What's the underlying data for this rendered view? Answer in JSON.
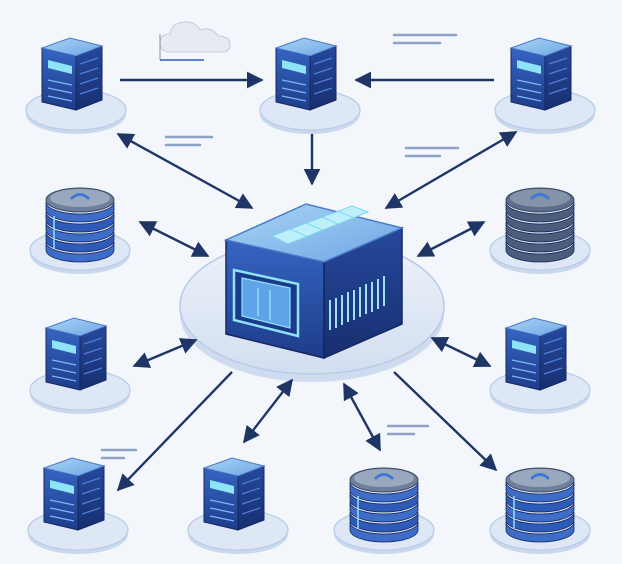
{
  "diagram": {
    "kind": "hub-and-spoke server network",
    "hub": {
      "id": "central-hub",
      "style": "large-server"
    },
    "nodes": [
      {
        "id": "top-left-server",
        "style": "rack"
      },
      {
        "id": "top-center-server",
        "style": "rack"
      },
      {
        "id": "top-right-server",
        "style": "rack"
      },
      {
        "id": "mid-left-storage",
        "style": "storage"
      },
      {
        "id": "mid-right-storage",
        "style": "storage-grey"
      },
      {
        "id": "lower-left-server",
        "style": "rack"
      },
      {
        "id": "lower-right-server",
        "style": "rack"
      },
      {
        "id": "bottom-left-server",
        "style": "rack"
      },
      {
        "id": "bottom-mid-left-server",
        "style": "rack"
      },
      {
        "id": "bottom-mid-right-storage",
        "style": "storage"
      },
      {
        "id": "bottom-right-storage",
        "style": "storage"
      }
    ],
    "connections": [
      {
        "from": "top-left-server",
        "to": "top-center-server",
        "direction": "forward"
      },
      {
        "from": "top-right-server",
        "to": "top-center-server",
        "direction": "forward"
      },
      {
        "from": "top-center-server",
        "to": "central-hub",
        "direction": "forward"
      },
      {
        "from": "top-left-server",
        "to": "central-hub",
        "direction": "both"
      },
      {
        "from": "top-right-server",
        "to": "central-hub",
        "direction": "both"
      },
      {
        "from": "mid-left-storage",
        "to": "central-hub",
        "direction": "both"
      },
      {
        "from": "mid-right-storage",
        "to": "central-hub",
        "direction": "both"
      },
      {
        "from": "lower-left-server",
        "to": "central-hub",
        "direction": "both"
      },
      {
        "from": "lower-right-server",
        "to": "central-hub",
        "direction": "both"
      },
      {
        "from": "central-hub",
        "to": "bottom-left-server",
        "direction": "forward"
      },
      {
        "from": "bottom-mid-left-server",
        "to": "central-hub",
        "direction": "both"
      },
      {
        "from": "bottom-mid-right-storage",
        "to": "central-hub",
        "direction": "both"
      },
      {
        "from": "central-hub",
        "to": "bottom-right-storage",
        "direction": "forward"
      }
    ],
    "decorations": [
      "cloud-icon"
    ],
    "colors": {
      "background": "#f3f6fb",
      "arrow": "#1f3566",
      "server_dark": "#1f3a86",
      "server_mid": "#2f5bb8",
      "server_light": "#4f7fd6",
      "screen_glow": "#8fe3f7",
      "platform": "#dde7f5",
      "platform_edge": "#b9cbe6",
      "grey_cap": "#5c6e8a",
      "text_lines": "#8ea2c6"
    }
  }
}
